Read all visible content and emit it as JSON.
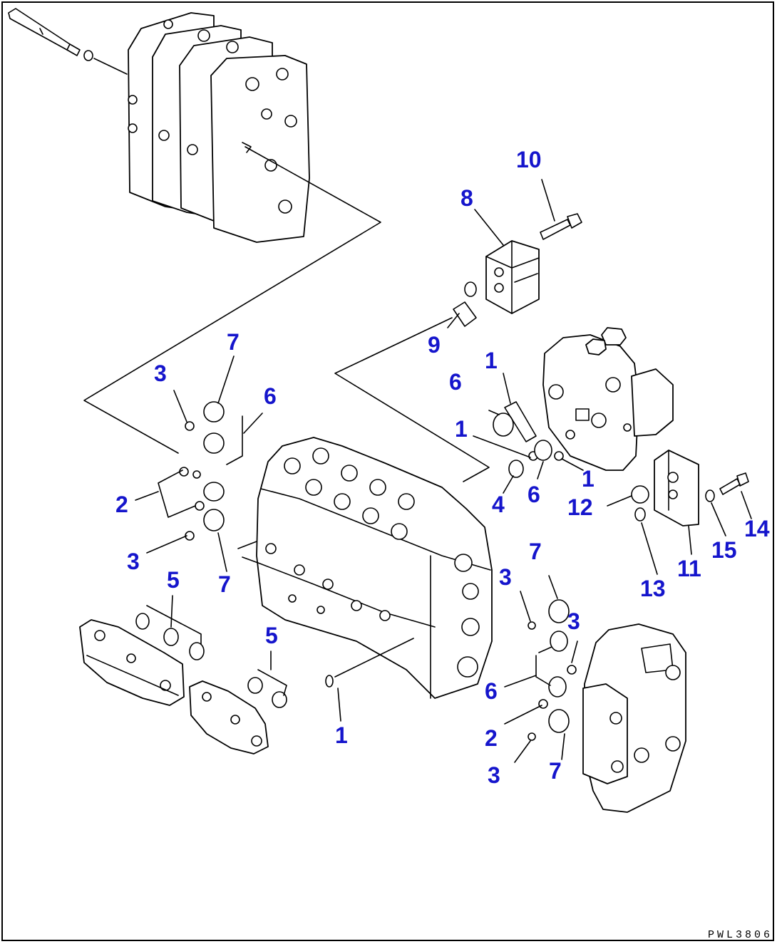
{
  "diagram": {
    "drawing_code": "PWL3806",
    "callout_color": "#1515cc",
    "callouts": [
      {
        "id": "c10",
        "text": "10"
      },
      {
        "id": "c8",
        "text": "8"
      },
      {
        "id": "c9",
        "text": "9"
      },
      {
        "id": "c7a",
        "text": "7"
      },
      {
        "id": "c3a",
        "text": "3"
      },
      {
        "id": "c6a",
        "text": "6"
      },
      {
        "id": "c2a",
        "text": "2"
      },
      {
        "id": "c3b",
        "text": "3"
      },
      {
        "id": "c7b",
        "text": "7"
      },
      {
        "id": "c5a",
        "text": "5"
      },
      {
        "id": "c5b",
        "text": "5"
      },
      {
        "id": "c1a",
        "text": "1"
      },
      {
        "id": "c1b",
        "text": "1"
      },
      {
        "id": "c6b",
        "text": "6"
      },
      {
        "id": "c1c",
        "text": "1"
      },
      {
        "id": "c4",
        "text": "4"
      },
      {
        "id": "c6c",
        "text": "6"
      },
      {
        "id": "c1d",
        "text": "1"
      },
      {
        "id": "c12",
        "text": "12"
      },
      {
        "id": "c14",
        "text": "14"
      },
      {
        "id": "c15",
        "text": "15"
      },
      {
        "id": "c11",
        "text": "11"
      },
      {
        "id": "c13",
        "text": "13"
      },
      {
        "id": "c7c",
        "text": "7"
      },
      {
        "id": "c3c",
        "text": "3"
      },
      {
        "id": "c3d",
        "text": "3"
      },
      {
        "id": "c6d",
        "text": "6"
      },
      {
        "id": "c2b",
        "text": "2"
      },
      {
        "id": "c3e",
        "text": "3"
      },
      {
        "id": "c7d",
        "text": "7"
      }
    ]
  }
}
